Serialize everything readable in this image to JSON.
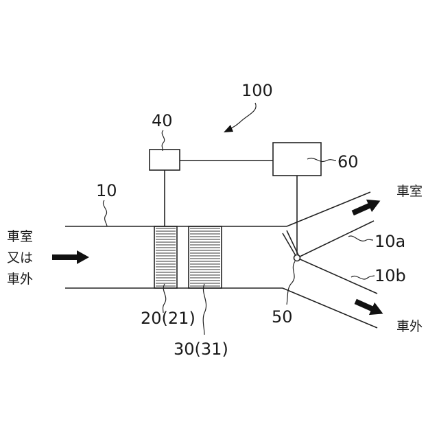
{
  "labels": {
    "system": "100",
    "controller_small": "40",
    "controller_main": "60",
    "duct": "10",
    "branch_a": "10a",
    "branch_b": "10b",
    "damper": "50",
    "element_1": "20(21)",
    "element_2": "30(31)"
  },
  "inlet_text": [
    "車室",
    "又は",
    "車外"
  ],
  "outlet_top_text": "車室",
  "outlet_bottom_text": "車外",
  "colors": {
    "line": "#222222",
    "arrow": "#111111"
  },
  "icons": {
    "flow_arrow": "solid-right-arrow-icon",
    "damper": "flap-valve-icon"
  }
}
